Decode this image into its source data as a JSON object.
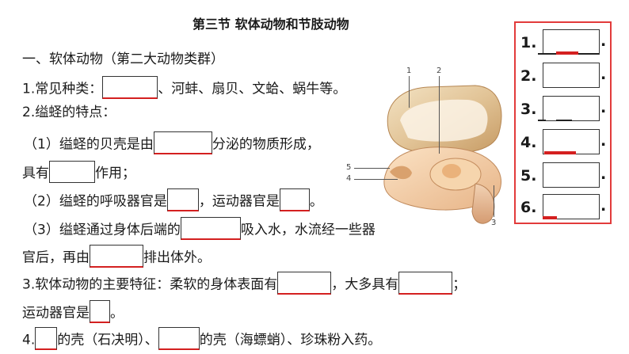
{
  "title": "第三节  软体动物和节肢动物",
  "heading": "一、软体动物（第二大动物类群）",
  "q1": {
    "a": "1.常见种类：",
    "b": "、河蚌、扇贝、文蛤、蜗牛等。"
  },
  "q2": "2.缢蛏的特点：",
  "q2_1": {
    "a": "（1）缢蛏的贝壳是由",
    "b": "分泌的物质形成，",
    "c": "具有",
    "d": "作用；"
  },
  "q2_2": {
    "a": "（2）缢蛏的呼吸器官是",
    "b": "，运动器官是",
    "c": "。"
  },
  "q2_3": {
    "a": "（3）缢蛏通过身体后端的",
    "b": "吸入水，水流经一些器",
    "c": "官后，再由",
    "d": "排出体外。"
  },
  "q3": {
    "a": "3.软体动物的主要特征：柔软的身体表面有",
    "b": "，大多具有",
    "c": "；",
    "d": "运动器官是",
    "e": "。"
  },
  "q4": {
    "a": "4.",
    "b": "的壳（石决明）、",
    "c": "的壳（海螵蛸）、珍珠粉入药。"
  },
  "figure_labels": [
    "1",
    "2",
    "3",
    "4",
    "5"
  ],
  "answers": {
    "n1": "1.",
    "n2": "2.",
    "n3": "3.",
    "n4": "4.",
    "n5": "5.",
    "n6": "6.",
    "dot": "."
  },
  "colors": {
    "panel_border": "#e23b3b",
    "red": "#d42020"
  }
}
